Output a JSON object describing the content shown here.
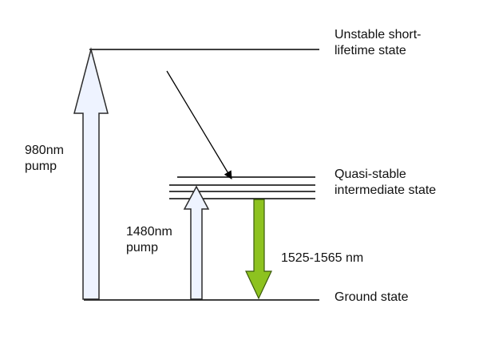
{
  "levels": {
    "unstable": [
      "Unstable short-",
      "lifetime state"
    ],
    "quasi_stable": [
      "Quasi-stable",
      "intermediate state"
    ],
    "ground": "Ground state"
  },
  "pumps": {
    "p980": [
      "980nm",
      "pump"
    ],
    "p1480": [
      "1480nm",
      "pump"
    ]
  },
  "emission": "1525-1565 nm",
  "colors": {
    "line": "#000000",
    "pump_fill": "#eef3ff",
    "pump_stroke": "#2b2b2b",
    "emission_fill": "#8dc21f",
    "emission_stroke": "#3a5a0a"
  }
}
